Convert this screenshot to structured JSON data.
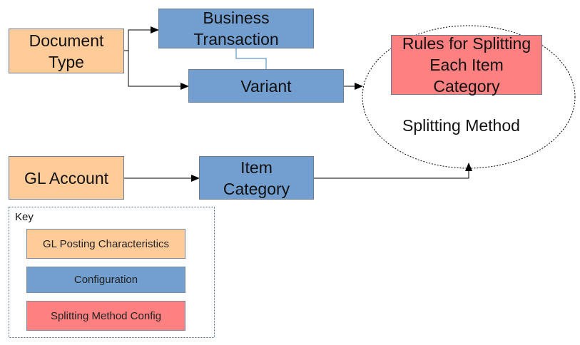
{
  "colors": {
    "gl_posting": "#ffcc99",
    "configuration": "#729fcf",
    "splitting_method": "#ff8080",
    "line": "#000000",
    "connector": "#3f7fbf",
    "dashed_border": "#4a6b94"
  },
  "nodes": {
    "document_type": "Document\nType",
    "business_transaction": "Business\nTransaction",
    "variant": "Variant",
    "rules": "Rules for Splitting\nEach Item\nCategory",
    "gl_account": "GL Account",
    "item_category": "Item\nCategory"
  },
  "splitting_method_label": "Splitting Method",
  "key": {
    "title": "Key",
    "items": [
      {
        "label": "GL Posting Characteristics",
        "category": "gl_posting"
      },
      {
        "label": "Configuration",
        "category": "configuration"
      },
      {
        "label": "Splitting Method Config",
        "category": "splitting_method"
      }
    ]
  }
}
